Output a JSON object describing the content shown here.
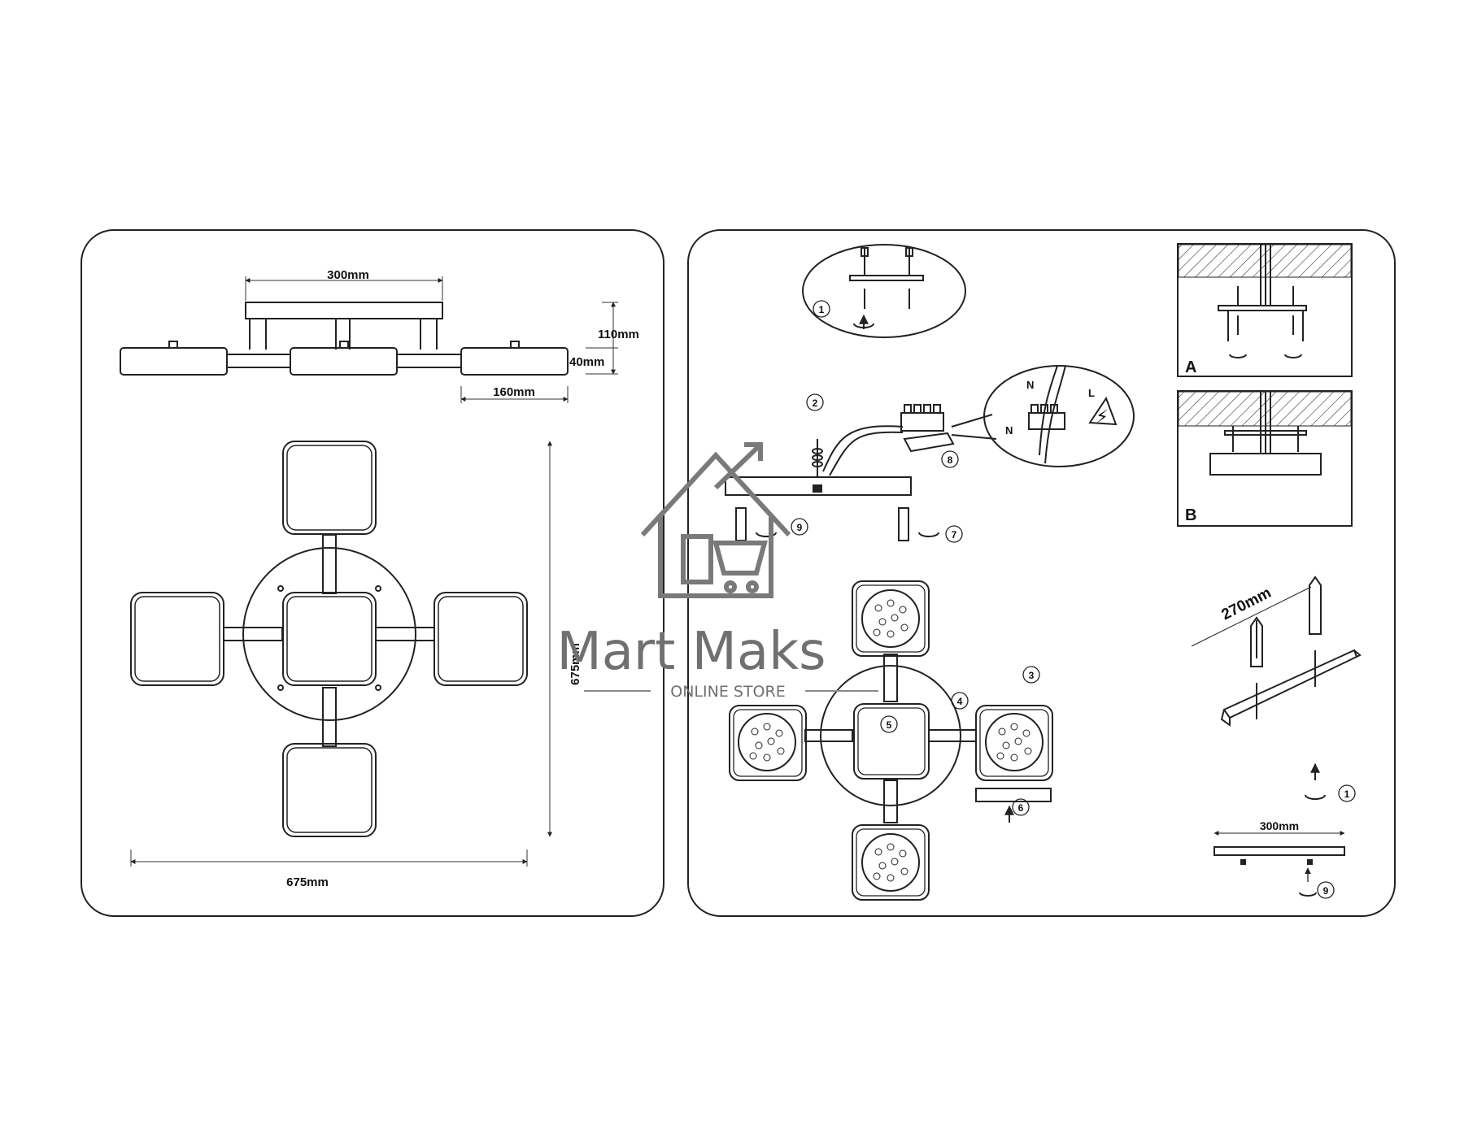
{
  "left_panel": {
    "side_view": {
      "width_label": "300mm",
      "height_label": "110mm",
      "thickness_label": "40mm",
      "module_label": "160mm"
    },
    "top_view": {
      "width_label": "675mm",
      "depth_label": "675mm"
    }
  },
  "right_panel": {
    "steps": [
      "1",
      "2",
      "3",
      "4",
      "5",
      "6",
      "7",
      "8",
      "9",
      "1",
      "9"
    ],
    "wiring": {
      "neutral": "N",
      "live": "L",
      "neutral2": "N"
    },
    "mount_a_label": "A",
    "mount_b_label": "B",
    "rail_spacing_label": "270mm",
    "plate_width_label": "300mm"
  },
  "watermark": {
    "brand": "Mart Maks",
    "tagline": "ONLINE STORE"
  }
}
